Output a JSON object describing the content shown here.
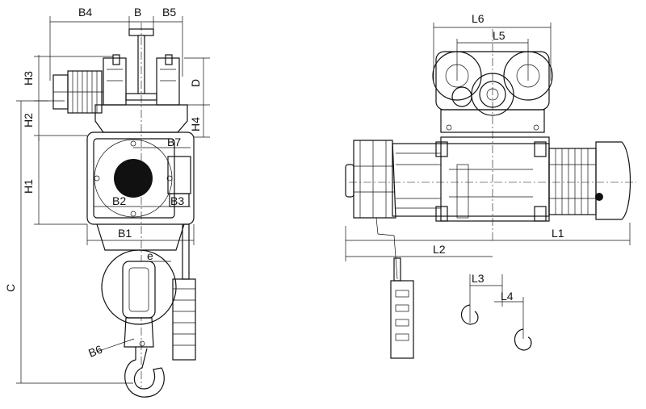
{
  "labels": {
    "B4": "B4",
    "B": "B",
    "B5": "B5",
    "H3": "H3",
    "D": "D",
    "H2": "H2",
    "H4": "H4",
    "H1": "H1",
    "C": "C",
    "B7": "B7",
    "B2": "B2",
    "B3": "B3",
    "B1": "B1",
    "e": "e",
    "B6": "B6",
    "L6": "L6",
    "L5": "L5",
    "L1": "L1",
    "L2": "L2",
    "L3": "L3",
    "L4": "L4"
  }
}
